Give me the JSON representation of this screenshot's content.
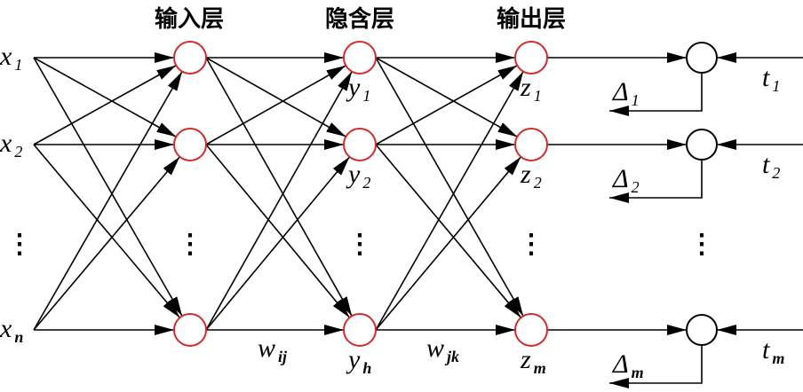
{
  "layers": {
    "input": "输入层",
    "hidden": "隐含层",
    "output": "输出层"
  },
  "inputs": [
    {
      "v": "x",
      "s": "1"
    },
    {
      "v": "x",
      "s": "2"
    },
    {
      "v": "x",
      "s": "n"
    }
  ],
  "hidden": [
    {
      "v": "y",
      "s": "1"
    },
    {
      "v": "y",
      "s": "2"
    },
    {
      "v": "y",
      "s": "h"
    }
  ],
  "outputs": [
    {
      "v": "z",
      "s": "1"
    },
    {
      "v": "z",
      "s": "2"
    },
    {
      "v": "z",
      "s": "m"
    }
  ],
  "targets": [
    {
      "v": "t",
      "s": "1"
    },
    {
      "v": "t",
      "s": "2"
    },
    {
      "v": "t",
      "s": "m"
    }
  ],
  "errors": [
    {
      "v": "Δ",
      "s": "1"
    },
    {
      "v": "Δ",
      "s": "2"
    },
    {
      "v": "Δ",
      "s": "m"
    }
  ],
  "weights": [
    {
      "v": "w",
      "s": "ij"
    },
    {
      "v": "w",
      "s": "jk"
    }
  ],
  "ellipsis": "⋮",
  "colors": {
    "node": "#d42a2a",
    "line": "#000000"
  }
}
